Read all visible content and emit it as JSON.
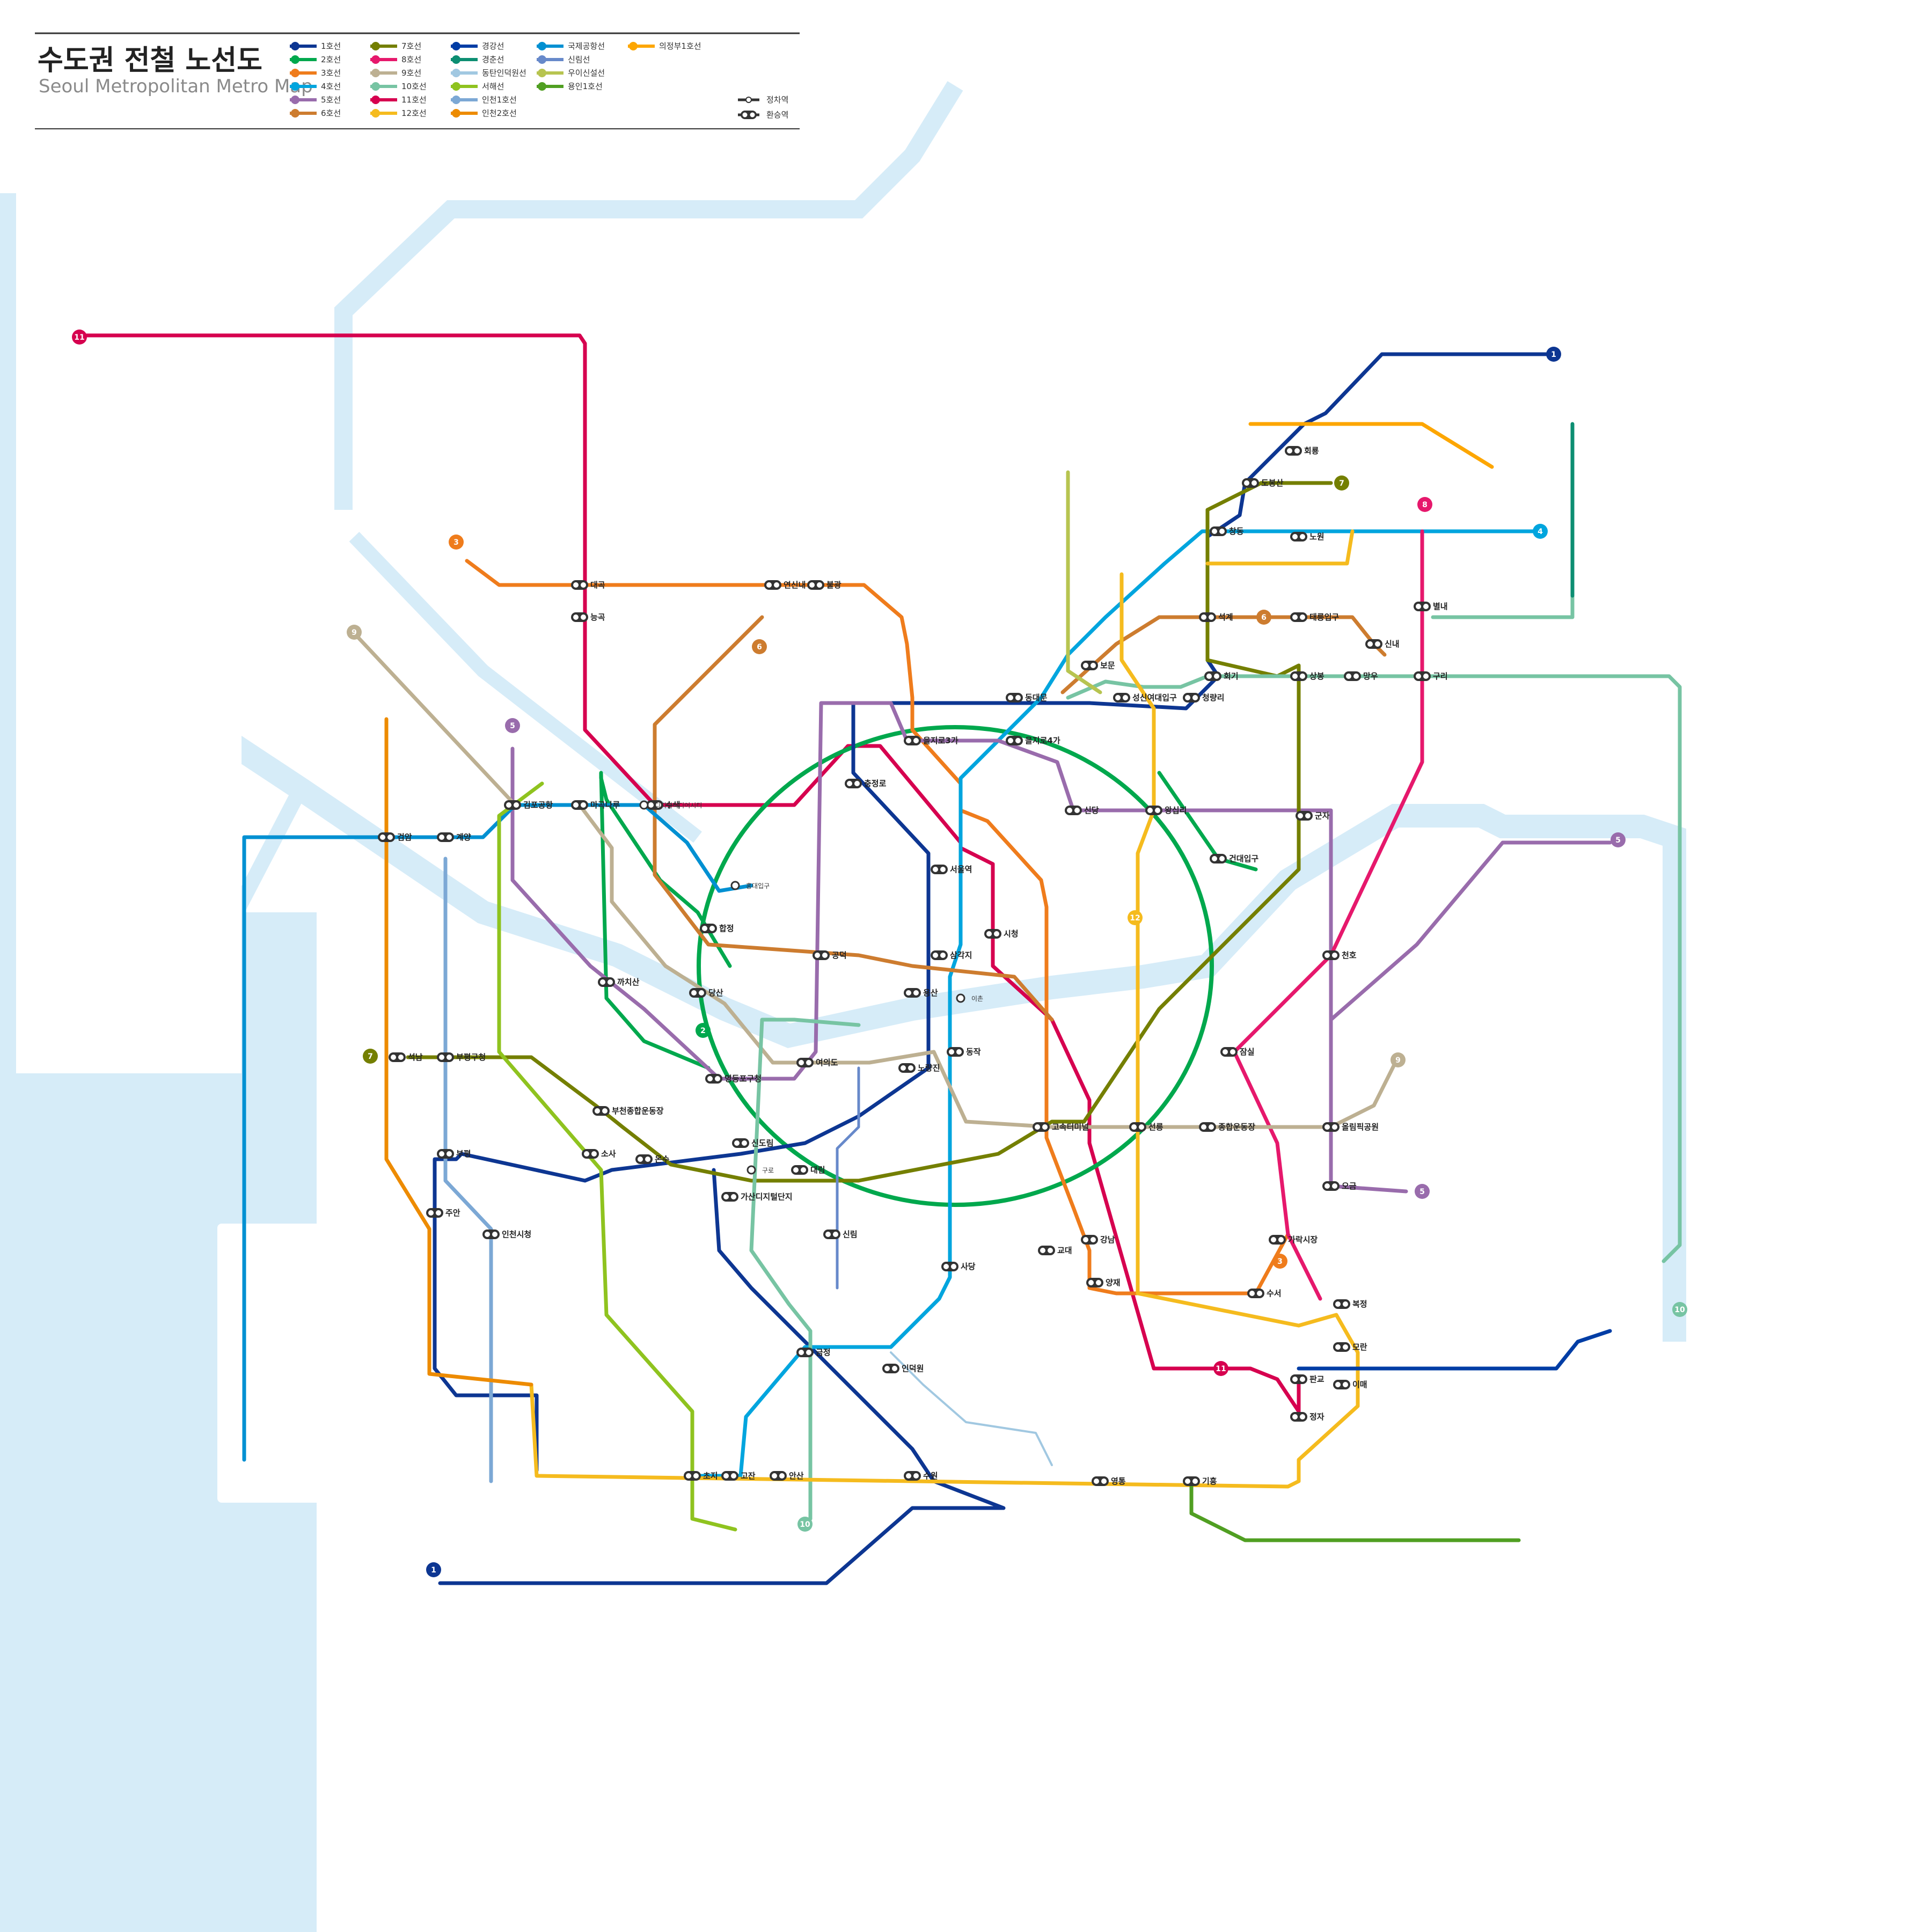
{
  "title": {
    "korean": "수도권 전철 노선도",
    "english": "Seoul Metropolitan Metro Map"
  },
  "legend": {
    "lines": [
      {
        "id": "1",
        "label": "1호선",
        "color": "#0d3692"
      },
      {
        "id": "2",
        "label": "2호선",
        "color": "#00a84d"
      },
      {
        "id": "3",
        "label": "3호선",
        "color": "#ef7c1c"
      },
      {
        "id": "4",
        "label": "4호선",
        "color": "#00a5de"
      },
      {
        "id": "5",
        "label": "5호선",
        "color": "#996cac"
      },
      {
        "id": "6",
        "label": "6호선",
        "color": "#cd7c2f"
      },
      {
        "id": "7",
        "label": "7호선",
        "color": "#747f00"
      },
      {
        "id": "8",
        "label": "8호선",
        "color": "#e6186c"
      },
      {
        "id": "9",
        "label": "9호선",
        "color": "#bdb092"
      },
      {
        "id": "10",
        "label": "10호선",
        "color": "#77c4a3"
      },
      {
        "id": "11",
        "label": "11호선",
        "color": "#d6004f"
      },
      {
        "id": "12",
        "label": "12호선",
        "color": "#f5bb1e"
      },
      {
        "id": "gg",
        "label": "경강선",
        "color": "#003da5"
      },
      {
        "id": "gc",
        "label": "경춘선",
        "color": "#0c8e72"
      },
      {
        "id": "di",
        "label": "동탄인덕원선",
        "color": "#a1c8e1"
      },
      {
        "id": "sh",
        "label": "서해선",
        "color": "#8fc31f"
      },
      {
        "id": "ic1",
        "label": "인천1호선",
        "color": "#7ca8d5"
      },
      {
        "id": "ic2",
        "label": "인천2호선",
        "color": "#ed8b00"
      },
      {
        "id": "ap",
        "label": "국제공항선",
        "color": "#0090d2"
      },
      {
        "id": "sr",
        "label": "신림선",
        "color": "#6789ca"
      },
      {
        "id": "ui",
        "label": "우이신설선",
        "color": "#b7c450"
      },
      {
        "id": "yi",
        "label": "용인1호선",
        "color": "#509f22"
      },
      {
        "id": "ub",
        "label": "의정부1호선",
        "color": "#fda600"
      }
    ],
    "station_types": [
      {
        "label": "정차역"
      },
      {
        "label": "환승역"
      }
    ]
  },
  "terminals": [
    {
      "id": "t1n",
      "badge": "1"
    },
    {
      "id": "t1s",
      "badge": "1"
    },
    {
      "id": "t2",
      "badge": "2"
    },
    {
      "id": "t3",
      "badge": "3"
    },
    {
      "id": "t3s",
      "badge": "3"
    },
    {
      "id": "t4",
      "badge": "4"
    },
    {
      "id": "t5e",
      "badge": "5"
    },
    {
      "id": "t5w",
      "badge": "5"
    },
    {
      "id": "t5s",
      "badge": "5"
    },
    {
      "id": "t6",
      "badge": "6"
    },
    {
      "id": "t6n",
      "badge": "6"
    },
    {
      "id": "t7n",
      "badge": "7"
    },
    {
      "id": "t7w",
      "badge": "7"
    },
    {
      "id": "t8",
      "badge": "8"
    },
    {
      "id": "t9",
      "badge": "9"
    },
    {
      "id": "t9e",
      "badge": "9"
    },
    {
      "id": "t10",
      "badge": "10"
    },
    {
      "id": "t10s",
      "badge": "10"
    },
    {
      "id": "t11",
      "badge": "11"
    },
    {
      "id": "t11s",
      "badge": "11"
    },
    {
      "id": "t12",
      "badge": "12"
    }
  ],
  "stations": [
    {
      "id": "s1",
      "name": "대곡",
      "major": true
    },
    {
      "id": "s2",
      "name": "능곡",
      "major": true
    },
    {
      "id": "s3",
      "name": "연신내",
      "major": true
    },
    {
      "id": "s4",
      "name": "불광",
      "major": true
    },
    {
      "id": "s5",
      "name": "수색",
      "major": true
    },
    {
      "id": "s6",
      "name": "디지털미디어시티",
      "major": false
    },
    {
      "id": "s7",
      "name": "홍대입구",
      "major": false
    },
    {
      "id": "s8",
      "name": "합정",
      "major": true
    },
    {
      "id": "s9",
      "name": "당산",
      "major": true
    },
    {
      "id": "s10",
      "name": "영등포구청",
      "major": true
    },
    {
      "id": "s11",
      "name": "신도림",
      "major": true
    },
    {
      "id": "s12",
      "name": "구로",
      "major": false
    },
    {
      "id": "s13",
      "name": "대림",
      "major": true
    },
    {
      "id": "s14",
      "name": "신림",
      "major": true
    },
    {
      "id": "s15",
      "name": "사당",
      "major": true
    },
    {
      "id": "s16",
      "name": "교대",
      "major": true
    },
    {
      "id": "s17",
      "name": "강남",
      "major": true
    },
    {
      "id": "s18",
      "name": "선릉",
      "major": true
    },
    {
      "id": "s19",
      "name": "종합운동장",
      "major": true
    },
    {
      "id": "s20",
      "name": "잠실",
      "major": true
    },
    {
      "id": "s21",
      "name": "건대입구",
      "major": true
    },
    {
      "id": "s22",
      "name": "왕십리",
      "major": true
    },
    {
      "id": "s23",
      "name": "신당",
      "major": true
    },
    {
      "id": "s24",
      "name": "을지로4가",
      "major": true
    },
    {
      "id": "s25",
      "name": "을지로3가",
      "major": true
    },
    {
      "id": "s26",
      "name": "시청",
      "major": true
    },
    {
      "id": "s27",
      "name": "충정로",
      "major": true
    },
    {
      "id": "s28",
      "name": "서울역",
      "major": true
    },
    {
      "id": "s29",
      "name": "공덕",
      "major": true
    },
    {
      "id": "s30",
      "name": "삼각지",
      "major": true
    },
    {
      "id": "s31",
      "name": "용산",
      "major": true
    },
    {
      "id": "s32",
      "name": "이촌",
      "major": false
    },
    {
      "id": "s33",
      "name": "동작",
      "major": true
    },
    {
      "id": "s34",
      "name": "고속터미널",
      "major": true
    },
    {
      "id": "s35",
      "name": "노량진",
      "major": true
    },
    {
      "id": "s36",
      "name": "여의도",
      "major": true
    },
    {
      "id": "s37",
      "name": "김포공항",
      "major": true
    },
    {
      "id": "s38",
      "name": "마곡나루",
      "major": true
    },
    {
      "id": "s39",
      "name": "검암",
      "major": true
    },
    {
      "id": "s40",
      "name": "계양",
      "major": true
    },
    {
      "id": "s41",
      "name": "부평구청",
      "major": true
    },
    {
      "id": "s42",
      "name": "석남",
      "major": true
    },
    {
      "id": "s43",
      "name": "부천종합운동장",
      "major": true
    },
    {
      "id": "s44",
      "name": "부평",
      "major": true
    },
    {
      "id": "s45",
      "name": "주안",
      "major": true
    },
    {
      "id": "s46",
      "name": "인천시청",
      "major": true
    },
    {
      "id": "s47",
      "name": "소사",
      "major": true
    },
    {
      "id": "s48",
      "name": "온수",
      "major": true
    },
    {
      "id": "s49",
      "name": "금정",
      "major": true
    },
    {
      "id": "s50",
      "name": "인덕원",
      "major": true
    },
    {
      "id": "s51",
      "name": "수원",
      "major": true
    },
    {
      "id": "s52",
      "name": "영통",
      "major": true
    },
    {
      "id": "s53",
      "name": "기흥",
      "major": true
    },
    {
      "id": "s54",
      "name": "정자",
      "major": true
    },
    {
      "id": "s55",
      "name": "판교",
      "major": true
    },
    {
      "id": "s56",
      "name": "모란",
      "major": true
    },
    {
      "id": "s57",
      "name": "복정",
      "major": true
    },
    {
      "id": "s58",
      "name": "가락시장",
      "major": true
    },
    {
      "id": "s59",
      "name": "오금",
      "major": true
    },
    {
      "id": "s60",
      "name": "천호",
      "major": true
    },
    {
      "id": "s61",
      "name": "군자",
      "major": true
    },
    {
      "id": "s62",
      "name": "상봉",
      "major": true
    },
    {
      "id": "s63",
      "name": "망우",
      "major": true
    },
    {
      "id": "s64",
      "name": "회기",
      "major": true
    },
    {
      "id": "s65",
      "name": "청량리",
      "major": true
    },
    {
      "id": "s66",
      "name": "석계",
      "major": true
    },
    {
      "id": "s67",
      "name": "태릉입구",
      "major": true
    },
    {
      "id": "s68",
      "name": "노원",
      "major": true
    },
    {
      "id": "s69",
      "name": "창동",
      "major": true
    },
    {
      "id": "s70",
      "name": "도봉산",
      "major": true
    },
    {
      "id": "s71",
      "name": "회룡",
      "major": true
    },
    {
      "id": "s72",
      "name": "동대문",
      "major": true
    },
    {
      "id": "s73",
      "name": "성신여대입구",
      "major": true
    },
    {
      "id": "s74",
      "name": "보문",
      "major": true
    },
    {
      "id": "s75",
      "name": "구리",
      "major": true
    },
    {
      "id": "s76",
      "name": "별내",
      "major": true
    },
    {
      "id": "s77",
      "name": "신내",
      "major": true
    },
    {
      "id": "s78",
      "name": "올림픽공원",
      "major": true
    },
    {
      "id": "s79",
      "name": "수서",
      "major": true
    },
    {
      "id": "s80",
      "name": "양재",
      "major": true
    },
    {
      "id": "s81",
      "name": "이매",
      "major": true
    },
    {
      "id": "s82",
      "name": "안산",
      "major": true
    },
    {
      "id": "s83",
      "name": "초지",
      "major": true
    },
    {
      "id": "s84",
      "name": "고잔",
      "major": true
    },
    {
      "id": "s85",
      "name": "가산디지털단지",
      "major": true
    },
    {
      "id": "s86",
      "name": "까치산",
      "major": true
    }
  ]
}
